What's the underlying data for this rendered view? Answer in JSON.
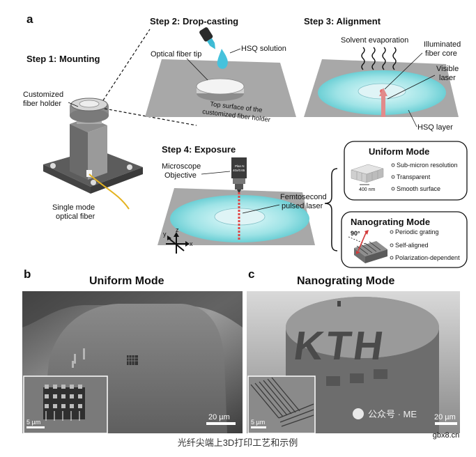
{
  "panel_a": {
    "letter": "a",
    "step1": {
      "title": "Step 1: Mounting",
      "holder_label": [
        "Customized",
        "fiber holder"
      ],
      "fiber_label": [
        "Single mode",
        "optical fiber"
      ]
    },
    "step2": {
      "title": "Step 2: Drop-casting",
      "tip_label": "Optical fiber tip",
      "hsq_label": "HSQ solution",
      "surface_label": [
        "Top surface of the",
        "customized fiber holder"
      ]
    },
    "step3": {
      "title": "Step 3: Alignment",
      "evap_label": "Solvent evaporation",
      "core_label": [
        "Illuminated",
        "fiber core"
      ],
      "laser_label": [
        "Visible",
        "laser"
      ],
      "layer_label": "HSQ layer"
    },
    "step4": {
      "title": "Step 4: Exposure",
      "objective_label": [
        "Microscope",
        "Objective"
      ],
      "objective_text": [
        "Plan N",
        "40x/0.65"
      ],
      "femto_label": [
        "Femtosecond",
        "pulsed laser"
      ],
      "axes": {
        "x": "x",
        "y": "y",
        "z": "z"
      }
    },
    "uniform_box": {
      "title": "Uniform Mode",
      "scale": "400 nm",
      "items": [
        "Sub-micron resolution",
        "Transparent",
        "Smooth surface"
      ]
    },
    "nanograting_box": {
      "title": "Nanograting Mode",
      "angle": "90°",
      "items": [
        "Periodic grating",
        "Self-aligned",
        "Polarization-dependent"
      ]
    }
  },
  "panel_b": {
    "letter": "b",
    "title": "Uniform Mode",
    "scale_main": "20 µm",
    "scale_inset": "5 µm"
  },
  "panel_c": {
    "letter": "c",
    "title": "Nanograting Mode",
    "scale_main": "20 µm",
    "scale_inset": "5 µm",
    "letters": "KTH",
    "watermark": "公众号 · ME"
  },
  "caption": "光纤尖端上3D打印工艺和示例",
  "site": "gbx8.cn"
}
